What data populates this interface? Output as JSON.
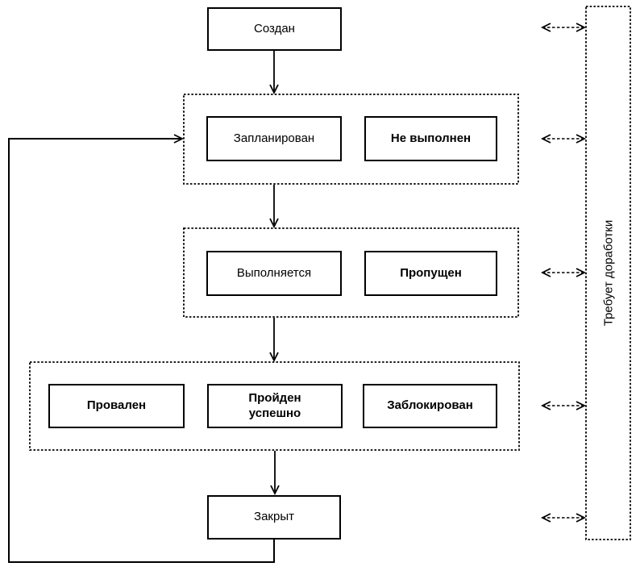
{
  "diagram": {
    "background_color": "#ffffff",
    "line_color": "#000000",
    "nodes": {
      "created": {
        "label": "Создан",
        "bold": false
      },
      "planned": {
        "label": "Запланирован",
        "bold": false
      },
      "not_executed": {
        "label": "Не выполнен",
        "bold": true
      },
      "in_progress": {
        "label": "Выполняется",
        "bold": false
      },
      "skipped": {
        "label": "Пропущен",
        "bold": true
      },
      "failed": {
        "label": "Провален",
        "bold": true
      },
      "passed": {
        "label": "Пройден успешно",
        "bold": true
      },
      "blocked": {
        "label": "Заблокирован",
        "bold": true
      },
      "closed": {
        "label": "Закрыт",
        "bold": false
      }
    },
    "side_panel": {
      "label": "Требует доработки"
    },
    "edges": [
      {
        "from": "created",
        "to": "planned-cluster",
        "style": "solid-arrow"
      },
      {
        "from": "planned-cluster",
        "to": "executing-cluster",
        "style": "solid-arrow"
      },
      {
        "from": "executing-cluster",
        "to": "result-cluster",
        "style": "solid-arrow"
      },
      {
        "from": "result-cluster",
        "to": "closed",
        "style": "solid-arrow"
      },
      {
        "from": "closed",
        "to": "planned-cluster",
        "style": "solid-arrow-loop"
      },
      {
        "from": "created",
        "to": "rework-panel",
        "style": "dashed-double-arrow"
      },
      {
        "from": "planned-cluster",
        "to": "rework-panel",
        "style": "dashed-double-arrow"
      },
      {
        "from": "executing-cluster",
        "to": "rework-panel",
        "style": "dashed-double-arrow"
      },
      {
        "from": "result-cluster",
        "to": "rework-panel",
        "style": "dashed-double-arrow"
      },
      {
        "from": "closed",
        "to": "rework-panel",
        "style": "dashed-double-arrow"
      }
    ]
  }
}
